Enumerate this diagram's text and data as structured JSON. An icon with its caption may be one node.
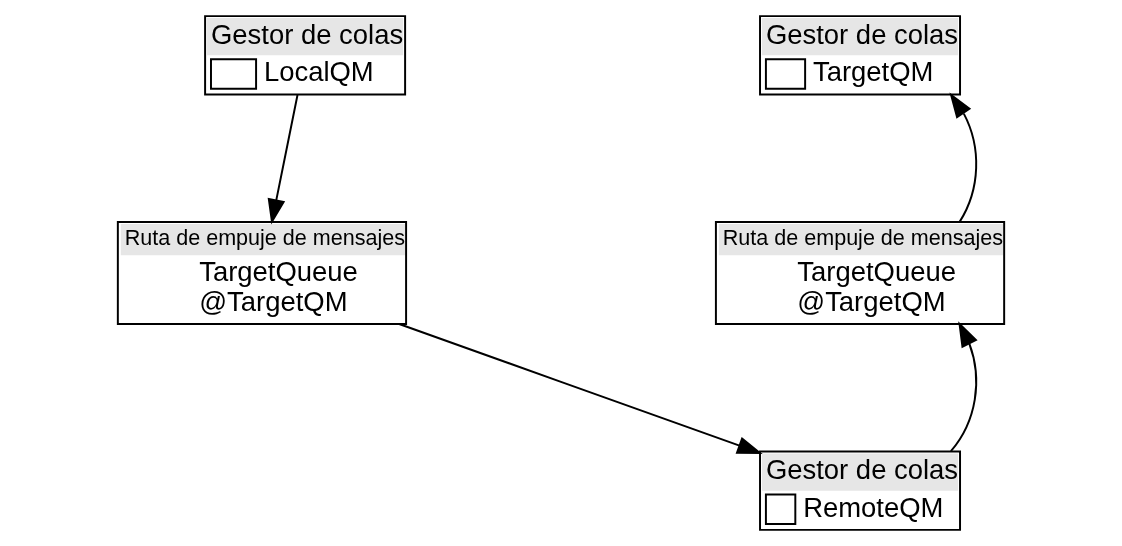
{
  "diagram": {
    "nodes": [
      {
        "text": [
          "Gestor de colas",
          "LocalQM"
        ]
      },
      {
        "text": [
          "Ruta de empuje de mensajes",
          "TargetQueue @TargetQM"
        ]
      },
      {
        "text": [
          "Gestor de colas",
          "RemoteQM"
        ]
      },
      {
        "text": [
          "Ruta de empuje de mensajes",
          "TargetQueue @TargetQM"
        ]
      },
      {
        "text": [
          "Gestor de colas",
          "TargetQM"
        ]
      }
    ],
    "edges": [
      {
        "from": 0,
        "to": 1,
        "arrow": "to"
      },
      {
        "from": 1,
        "to": 2,
        "arrow": "to"
      },
      {
        "from": 2,
        "to": 3,
        "arrow": "to"
      },
      {
        "from": 3,
        "to": 4,
        "arrow": "to"
      }
    ]
  }
}
